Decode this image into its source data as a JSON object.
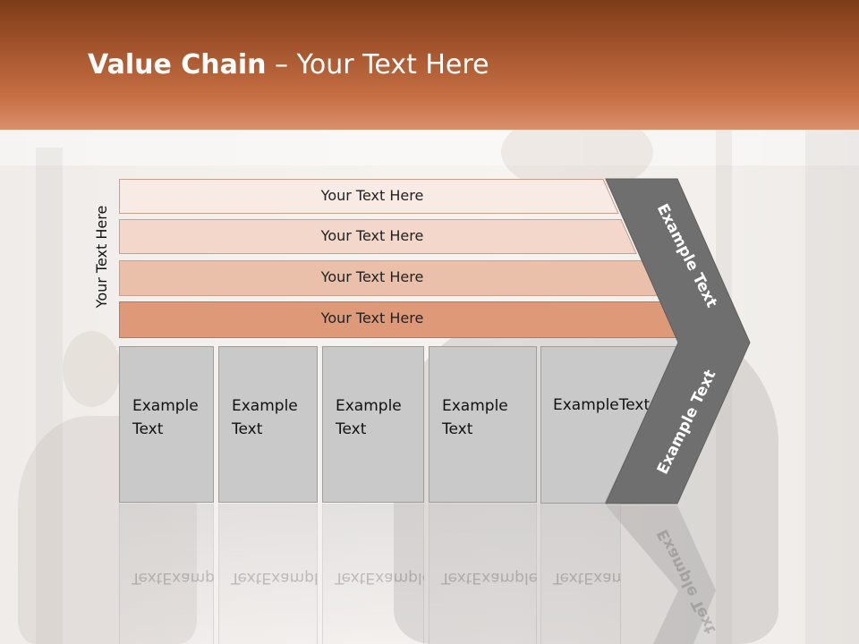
{
  "slide": {
    "title_bold": "Value Chain",
    "title_rest": " – Your Text Here"
  },
  "vertical_label": "Your Text Here",
  "bars": [
    {
      "label": "Your Text Here",
      "color": "#f8ebe5"
    },
    {
      "label": "Your Text Here",
      "color": "#f2d7ca"
    },
    {
      "label": "Your Text Here",
      "color": "#ebc0aa"
    },
    {
      "label": "Your Text Here",
      "color": "#de9a78"
    }
  ],
  "cells": [
    {
      "line1": "Example",
      "line2": "Text"
    },
    {
      "line1": "Example",
      "line2": "Text"
    },
    {
      "line1": "Example",
      "line2": "Text"
    },
    {
      "line1": "Example",
      "line2": "Text"
    },
    {
      "line1": "Example",
      "line2": "Text"
    }
  ],
  "chevron": {
    "upper_label": "Example Text",
    "lower_label": "Example Text",
    "color": "#6f6f6f"
  },
  "colors": {
    "header_dark": "#7c3c19",
    "header_light": "#d98f6b",
    "cell_fill": "#c9c9c9"
  }
}
